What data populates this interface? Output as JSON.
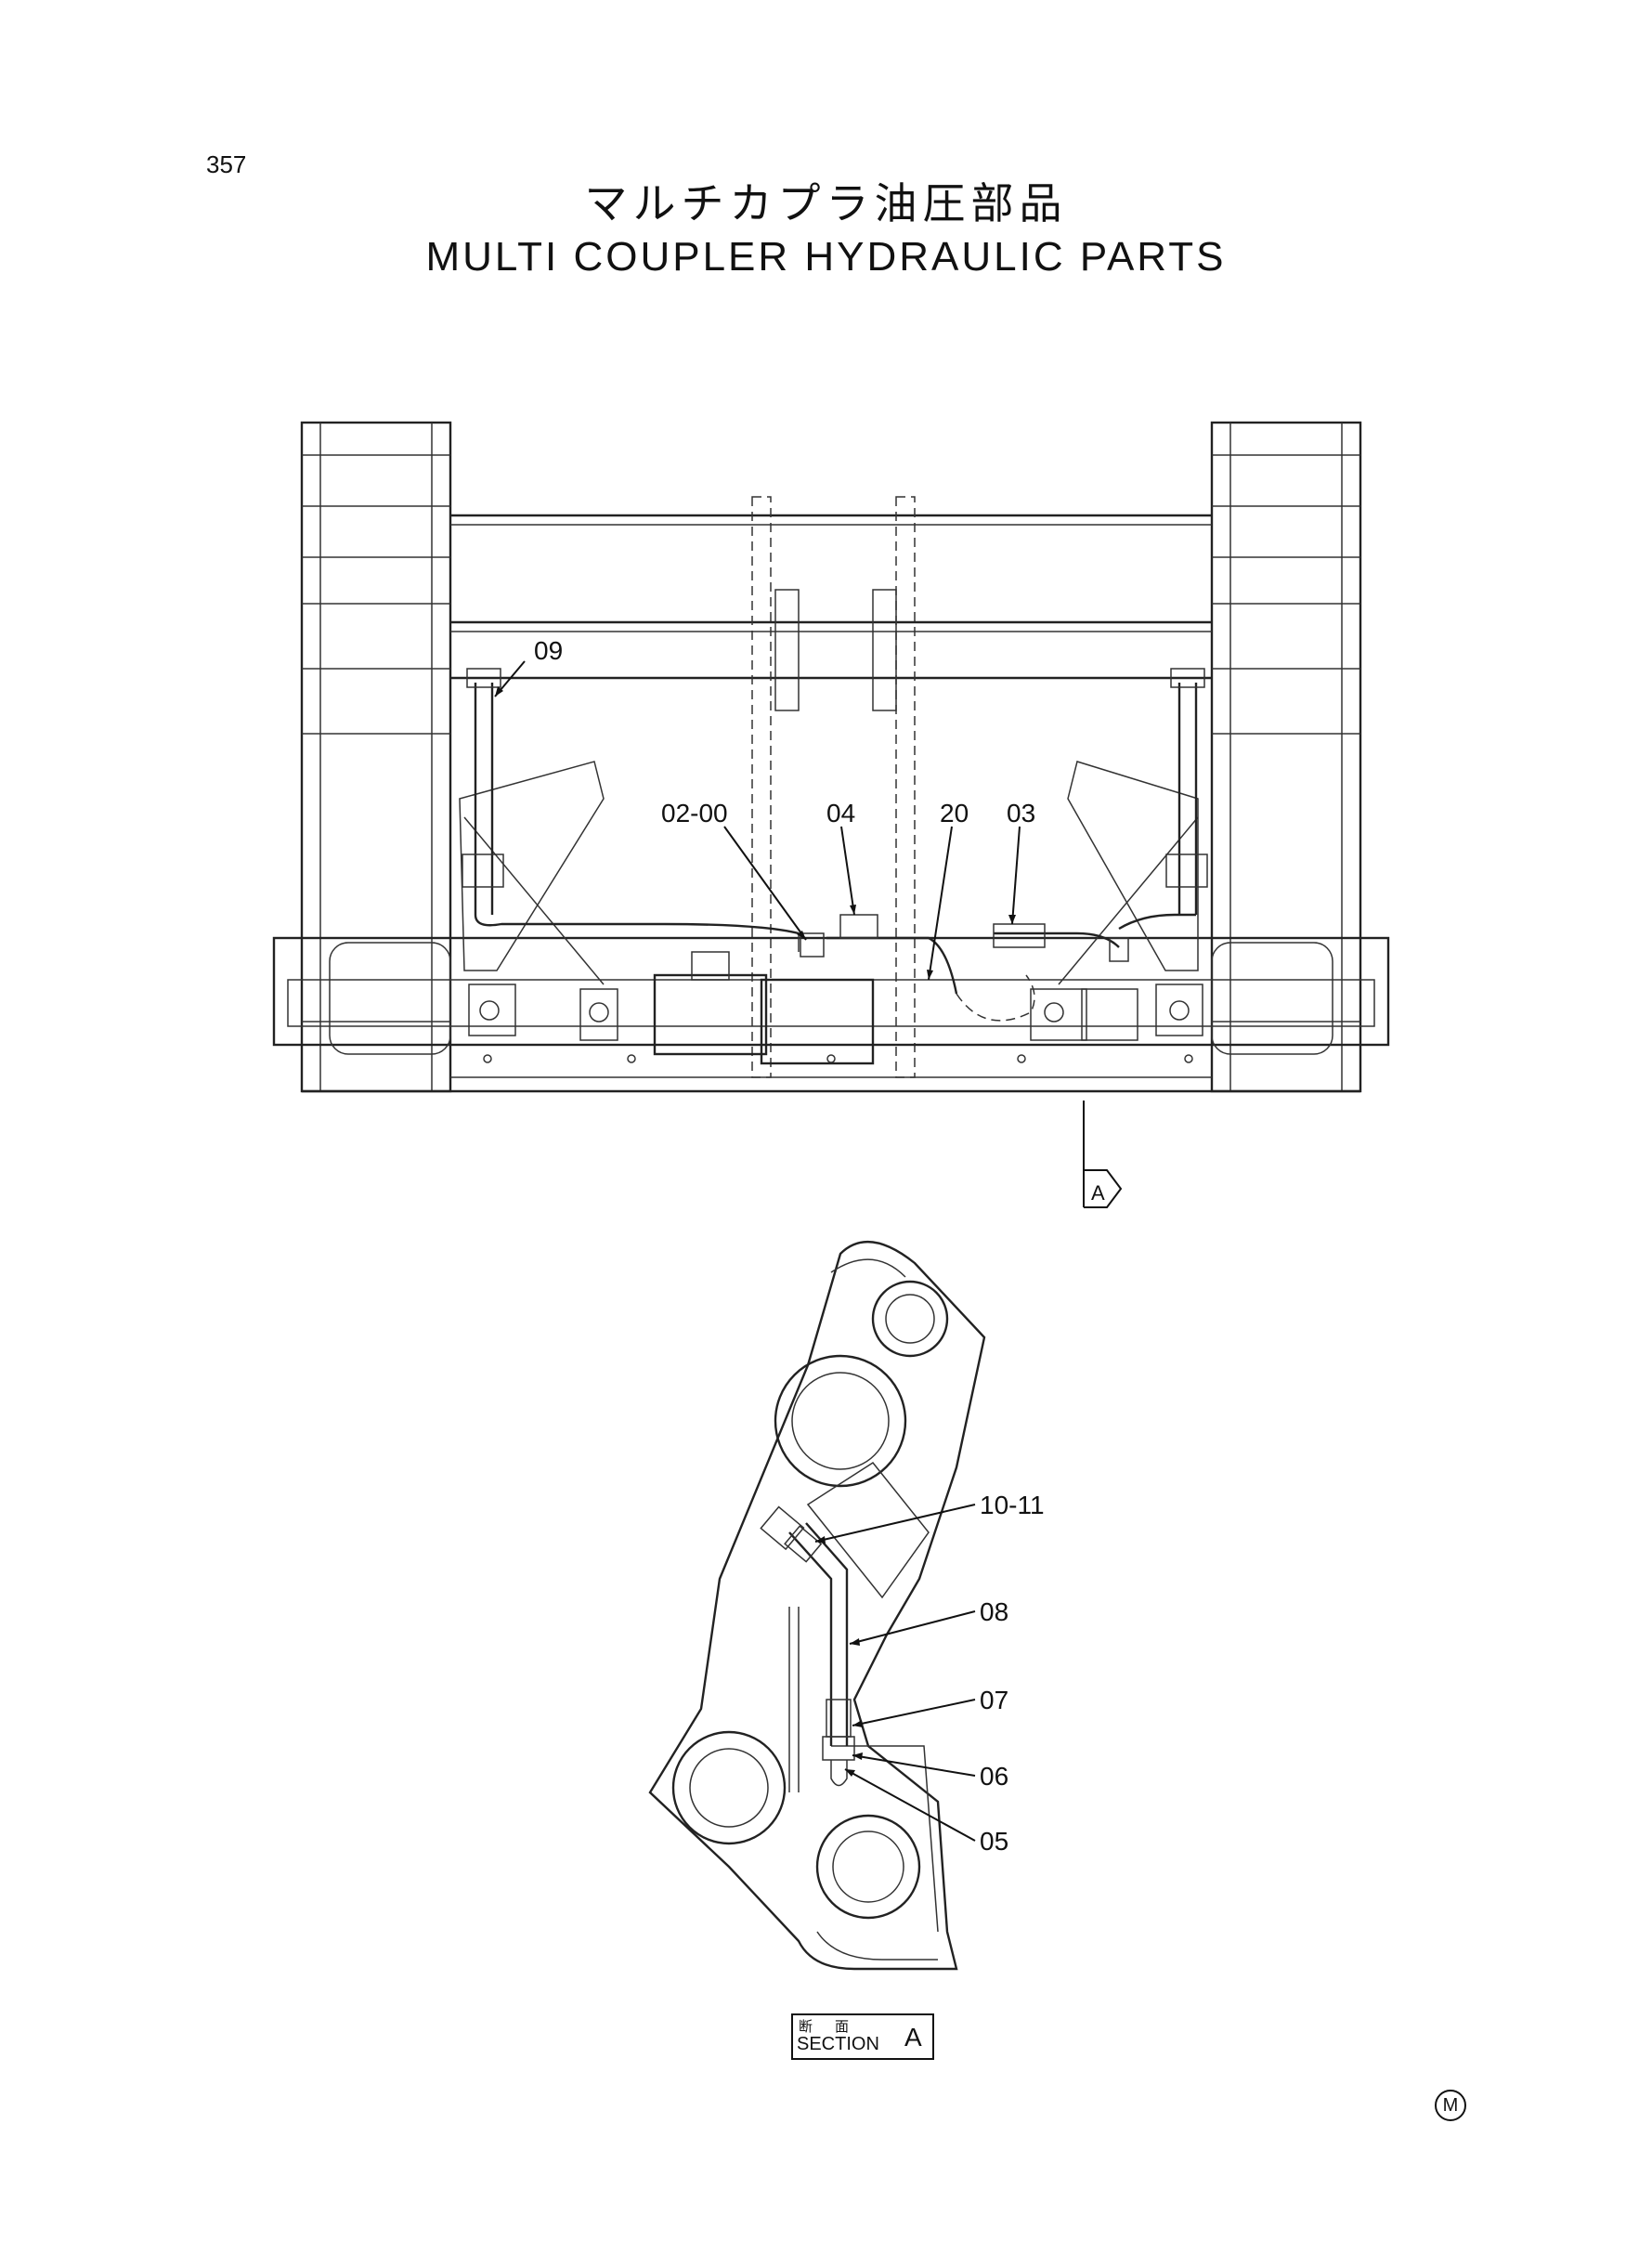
{
  "page_number": "357",
  "title_jp": "マルチカプラ油圧部品",
  "title_en": "MULTI COUPLER HYDRAULIC PARTS",
  "top_view": {
    "callouts": [
      "09",
      "02-00",
      "04",
      "20",
      "03"
    ],
    "view_arrow_label": "A"
  },
  "section_view": {
    "callouts": [
      "10-11",
      "08",
      "07",
      "06",
      "05"
    ],
    "caption_kanji": "断面",
    "caption_word": "SECTION",
    "caption_letter": "A"
  },
  "marker": "M"
}
